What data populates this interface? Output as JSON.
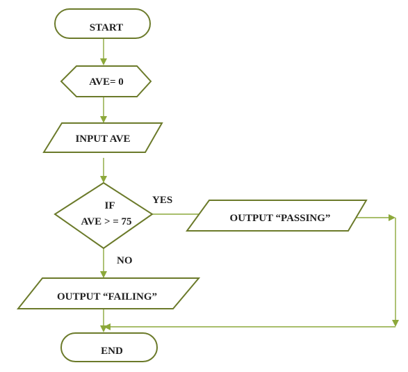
{
  "flowchart": {
    "start_label": "START",
    "init_label": "AVE= 0",
    "input_label": "INPUT AVE",
    "decision_line1": "IF",
    "decision_line2": "AVE > = 75",
    "yes_label": "YES",
    "no_label": "NO",
    "output_passing_label": "OUTPUT “PASSING”",
    "output_failing_label": "OUTPUT “FAILING”",
    "end_label": "END"
  },
  "colors": {
    "shape_stroke": "#6b7a2a",
    "connector": "#8ca83a",
    "text": "#1f1f1f",
    "background": "#ffffff"
  }
}
